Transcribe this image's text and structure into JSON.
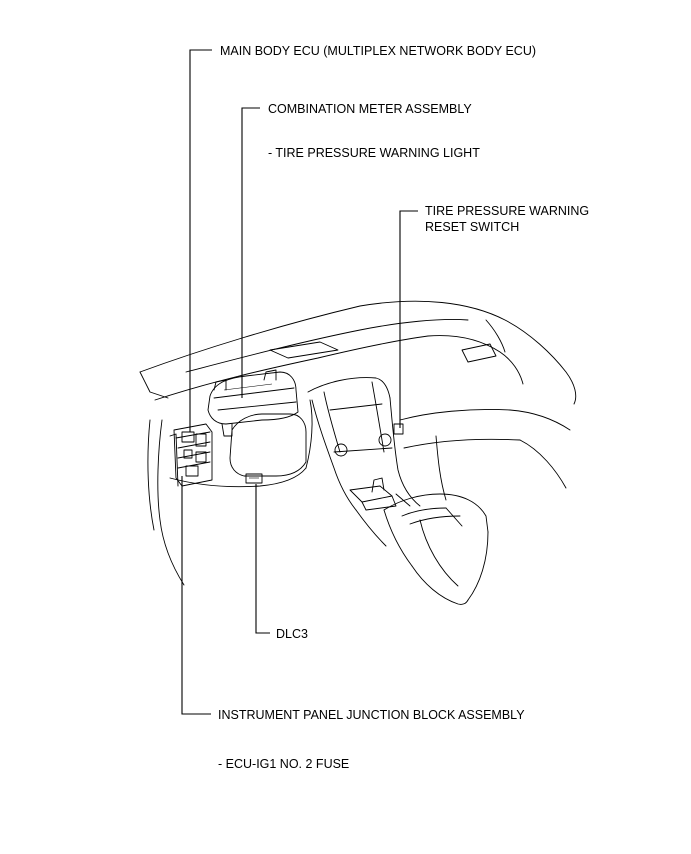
{
  "callouts": {
    "main_body_ecu": "MAIN BODY ECU (MULTIPLEX NETWORK BODY ECU)",
    "combination_meter": "COMBINATION METER ASSEMBLY",
    "tire_pressure_light": "- TIRE PRESSURE WARNING LIGHT",
    "reset_switch_line1": "TIRE PRESSURE WARNING",
    "reset_switch_line2": "RESET SWITCH",
    "dlc3": "DLC3",
    "junction_block": "INSTRUMENT PANEL JUNCTION BLOCK ASSEMBLY",
    "ecu_ig1_fuse": "- ECU-IG1 NO. 2 FUSE"
  },
  "icons": {
    "dashboard": "dashboard-illustration-icon"
  }
}
